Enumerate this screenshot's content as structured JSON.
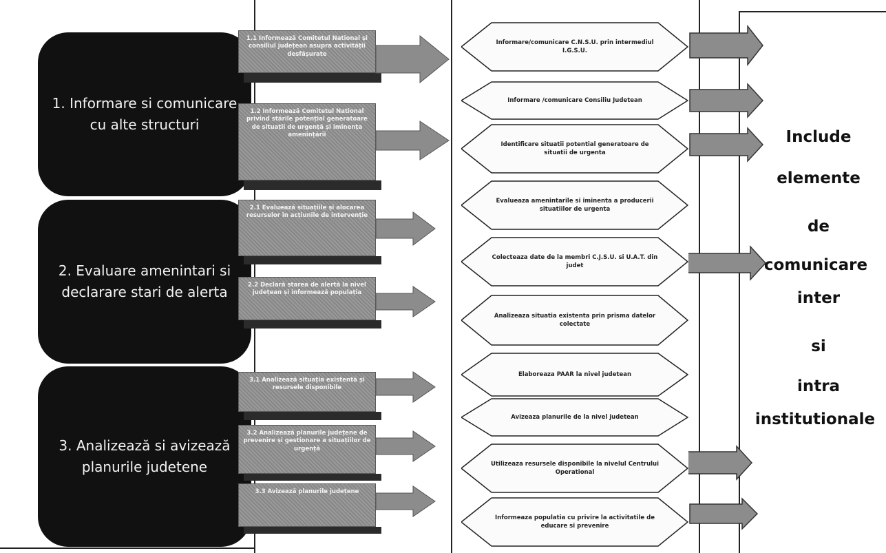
{
  "blocks": [
    {
      "label": "1. Informare si comunicare cu alte structuri"
    },
    {
      "label": "2. Evaluare amenintari si declarare stari de alerta"
    },
    {
      "label": "3. Analizează si avizează planurile judetene"
    }
  ],
  "substeps": [
    {
      "label": "1.1 Informează Comitetul National și consiliul județean asupra activității desfășurate"
    },
    {
      "label": "1.2 Informează Comitetul National privind stările potențial generatoare de situații de urgență și iminența amenințării"
    },
    {
      "label": "2.1 Evaluează situațiile și alocarea resurselor în acțiunile de intervenție"
    },
    {
      "label": "2.2 Declară starea de alertă la nivel județean și informează populația"
    },
    {
      "label": "3.1 Analizează situația existentă și resursele disponibile"
    },
    {
      "label": "3.2 Analizează planurile județene de prevenire și gestionare a situațiilor de urgență"
    },
    {
      "label": "3.3 Avizează planurile județene"
    }
  ],
  "steps": [
    {
      "label": "Informare/comunicare C.N.S.U. prin intermediul I.G.S.U."
    },
    {
      "label": "Informare /comunicare Consiliu Judetean"
    },
    {
      "label": "Identificare situatii potential generatoare de situatii de urgenta"
    },
    {
      "label": "Evalueaza amenintarile si iminenta a producerii situatiilor de urgenta"
    },
    {
      "label": "Colecteaza date de la membri C.J.S.U. si U.A.T. din judet"
    },
    {
      "label": "Analizeaza situatia existenta prin prisma datelor colectate"
    },
    {
      "label": "Elaboreaza PAAR la nivel judetean"
    },
    {
      "label": "Avizeaza planurile de la nivel judetean"
    },
    {
      "label": "Utilizeaza resursele disponibile la nivelul Centrului Operational"
    },
    {
      "label": "Informeaza populatia cu privire la activitatile de educare si prevenire"
    }
  ],
  "right_lines": [
    "Include",
    "elemente",
    "de",
    "comunicare",
    "inter",
    "si",
    "intra",
    "institutionale"
  ]
}
